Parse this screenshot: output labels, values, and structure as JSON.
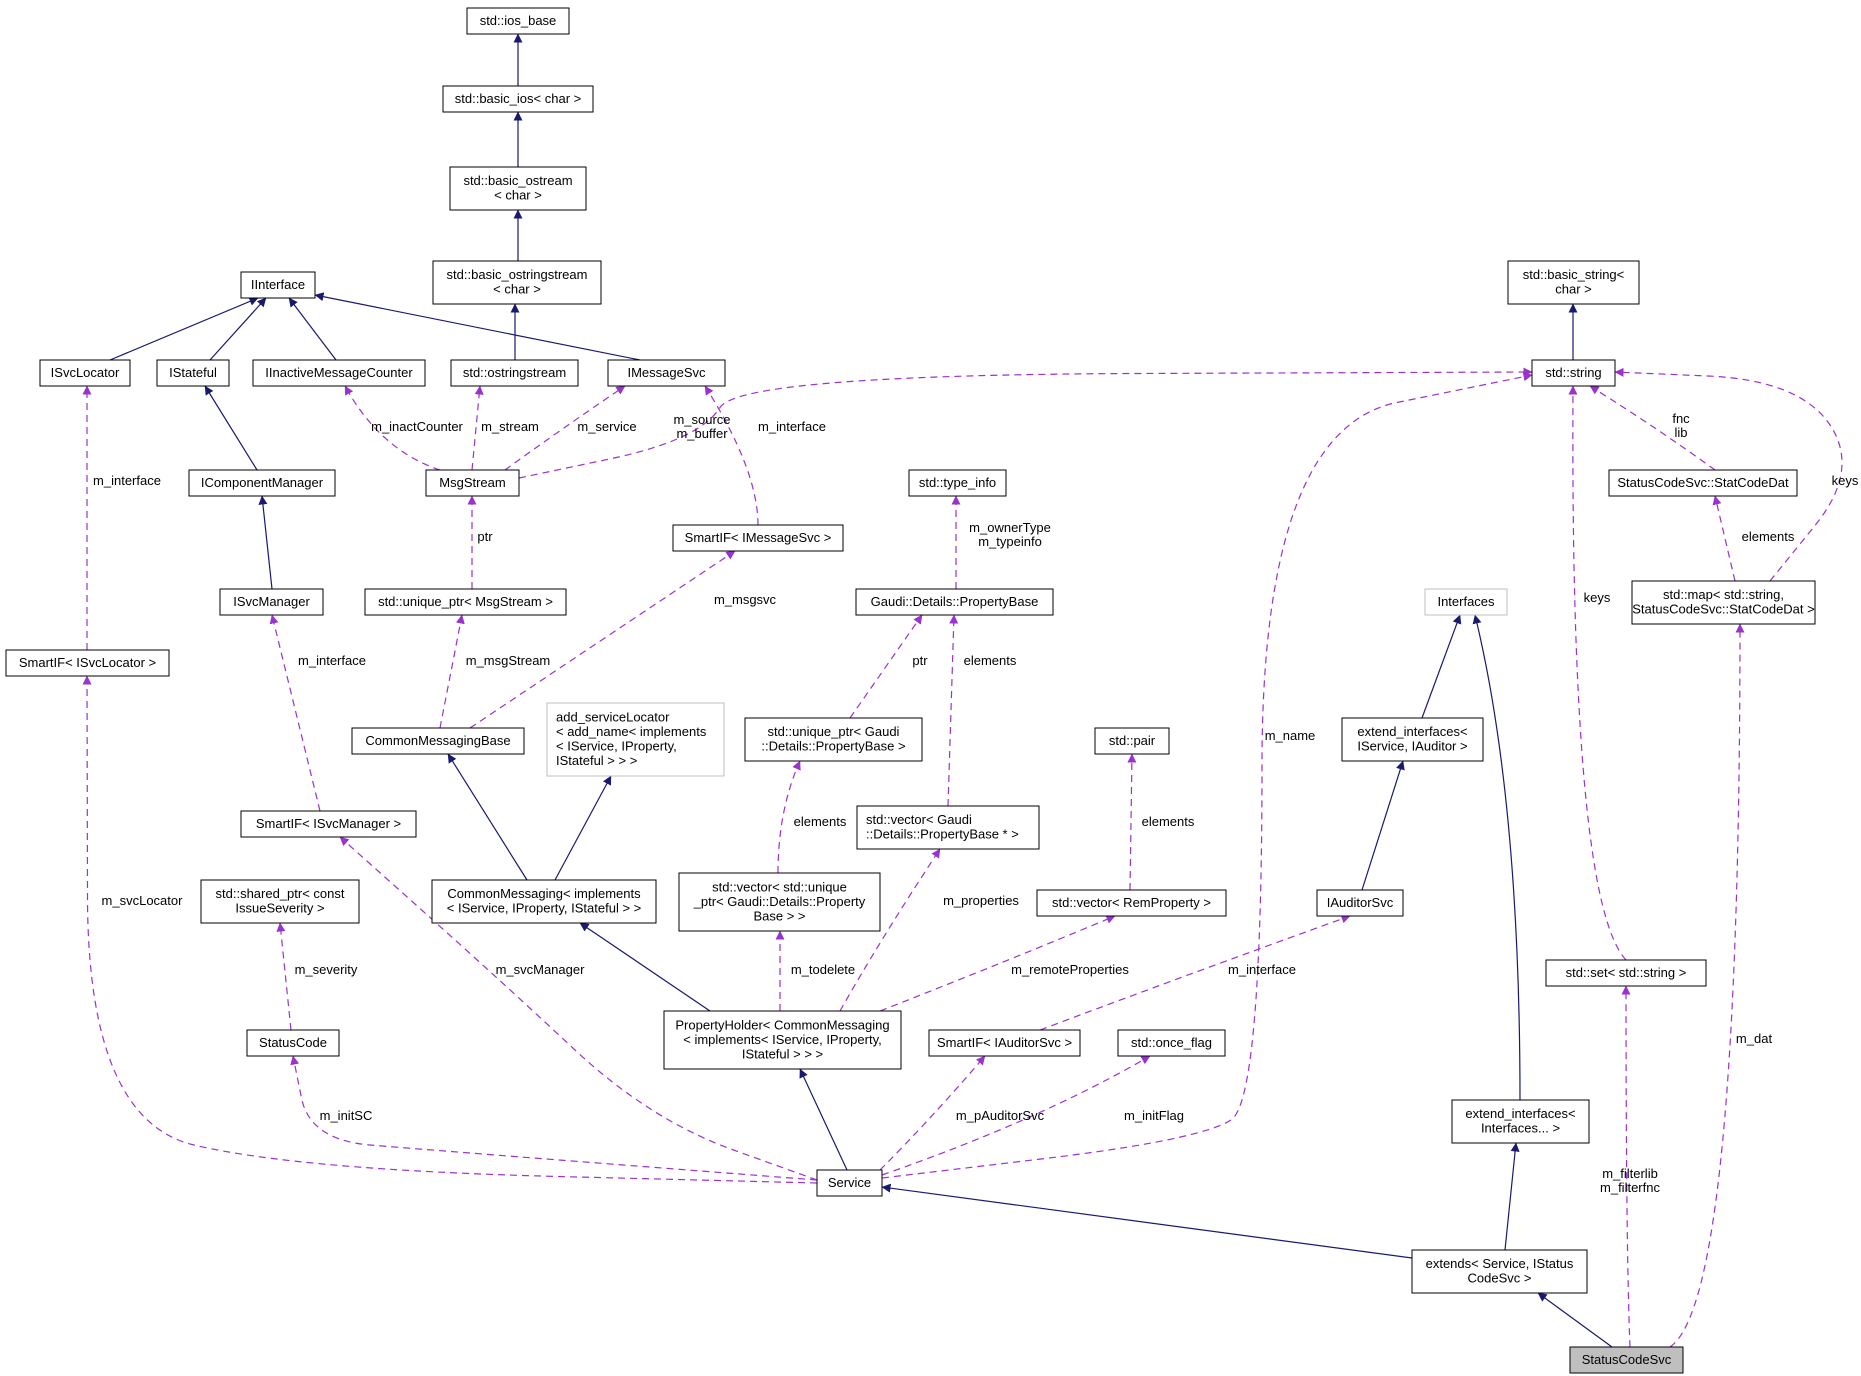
{
  "colors": {
    "inheritance": "#191970",
    "usage": "#9a32cd",
    "focus_fill": "#bfbfbf",
    "gray_border": "#bfbfbf"
  },
  "nodes": [
    {
      "id": "ios_base",
      "lines": [
        "std::ios_base"
      ]
    },
    {
      "id": "basic_ios",
      "lines": [
        "std::basic_ios< char >"
      ]
    },
    {
      "id": "basic_ostream",
      "lines": [
        "std::basic_ostream",
        "< char >"
      ]
    },
    {
      "id": "basic_ostringstream",
      "lines": [
        "std::basic_ostringstream",
        "< char >"
      ]
    },
    {
      "id": "IInterface",
      "lines": [
        "IInterface"
      ]
    },
    {
      "id": "basic_string",
      "lines": [
        "std::basic_string<",
        "char >"
      ]
    },
    {
      "id": "ISvcLocator",
      "lines": [
        "ISvcLocator"
      ]
    },
    {
      "id": "IStateful",
      "lines": [
        "IStateful"
      ]
    },
    {
      "id": "IInactiveMessageCounter",
      "lines": [
        "IInactiveMessageCounter"
      ]
    },
    {
      "id": "ostringstream",
      "lines": [
        "std::ostringstream"
      ]
    },
    {
      "id": "IMessageSvc",
      "lines": [
        "IMessageSvc"
      ]
    },
    {
      "id": "string",
      "lines": [
        "std::string"
      ]
    },
    {
      "id": "IComponentManager",
      "lines": [
        "IComponentManager"
      ]
    },
    {
      "id": "MsgStream",
      "lines": [
        "MsgStream"
      ]
    },
    {
      "id": "type_info",
      "lines": [
        "std::type_info"
      ]
    },
    {
      "id": "StatCodeDat",
      "lines": [
        "StatusCodeSvc::StatCodeDat"
      ]
    },
    {
      "id": "SmartIF_IMessageSvc",
      "lines": [
        "SmartIF< IMessageSvc >"
      ]
    },
    {
      "id": "ISvcManager",
      "lines": [
        "ISvcManager"
      ]
    },
    {
      "id": "unique_ptr_MsgStream",
      "lines": [
        "std::unique_ptr< MsgStream >"
      ]
    },
    {
      "id": "PropertyBase",
      "lines": [
        "Gaudi::Details::PropertyBase"
      ]
    },
    {
      "id": "Interfaces",
      "lines": [
        "Interfaces"
      ],
      "style": "gray"
    },
    {
      "id": "map_StatCodeDat",
      "lines": [
        "std::map< std::string,",
        "StatusCodeSvc::StatCodeDat >"
      ]
    },
    {
      "id": "SmartIF_ISvcLocator",
      "lines": [
        "SmartIF< ISvcLocator >"
      ]
    },
    {
      "id": "add_serviceLocator",
      "lines": [
        "add_serviceLocator",
        "< add_name< implements",
        "< IService, IProperty,",
        "IStateful > > >"
      ],
      "style": "gray",
      "align": "left"
    },
    {
      "id": "unique_ptr_PropertyBase",
      "lines": [
        "std::unique_ptr< Gaudi",
        "::Details::PropertyBase >"
      ]
    },
    {
      "id": "pair",
      "lines": [
        "std::pair"
      ]
    },
    {
      "id": "CommonMessagingBase",
      "lines": [
        "CommonMessagingBase"
      ]
    },
    {
      "id": "extend_interfaces_IService_IAuditor",
      "lines": [
        "extend_interfaces<",
        "IService, IAuditor >"
      ]
    },
    {
      "id": "SmartIF_ISvcManager",
      "lines": [
        "SmartIF< ISvcManager >"
      ]
    },
    {
      "id": "vector_PropertyBase_ptr",
      "lines": [
        "std::vector< Gaudi",
        "::Details::PropertyBase * >"
      ],
      "align": "left"
    },
    {
      "id": "shared_ptr_IssueSeverity",
      "lines": [
        "std::shared_ptr< const",
        "IssueSeverity >"
      ]
    },
    {
      "id": "CommonMessaging",
      "lines": [
        "CommonMessaging< implements",
        "< IService, IProperty, IStateful > >"
      ]
    },
    {
      "id": "vector_unique_ptr",
      "lines": [
        "std::vector< std::unique",
        "_ptr< Gaudi::Details::Property",
        "Base > >"
      ]
    },
    {
      "id": "vector_RemProperty",
      "lines": [
        "std::vector< RemProperty >"
      ]
    },
    {
      "id": "IAuditorSvc",
      "lines": [
        "IAuditorSvc"
      ]
    },
    {
      "id": "set_string",
      "lines": [
        "std::set< std::string >"
      ]
    },
    {
      "id": "PropertyHolder",
      "lines": [
        "PropertyHolder< CommonMessaging",
        "< implements< IService, IProperty,",
        "IStateful > > >"
      ]
    },
    {
      "id": "StatusCode",
      "lines": [
        "StatusCode"
      ]
    },
    {
      "id": "SmartIF_IAuditorSvc",
      "lines": [
        "SmartIF< IAuditorSvc >"
      ]
    },
    {
      "id": "once_flag",
      "lines": [
        "std::once_flag"
      ]
    },
    {
      "id": "extend_interfaces_pack",
      "lines": [
        "extend_interfaces<",
        "Interfaces... >"
      ]
    },
    {
      "id": "Service",
      "lines": [
        "Service"
      ]
    },
    {
      "id": "extends",
      "lines": [
        "extends< Service, IStatus",
        "CodeSvc >"
      ]
    },
    {
      "id": "StatusCodeSvc",
      "lines": [
        "StatusCodeSvc"
      ],
      "style": "focus"
    }
  ],
  "edges": [
    {
      "from": "basic_ios",
      "to": "ios_base",
      "kind": "inheritance"
    },
    {
      "from": "basic_ostream",
      "to": "basic_ios",
      "kind": "inheritance"
    },
    {
      "from": "basic_ostringstream",
      "to": "basic_ostream",
      "kind": "inheritance"
    },
    {
      "from": "ostringstream",
      "to": "basic_ostringstream",
      "kind": "inheritance"
    },
    {
      "from": "ISvcLocator",
      "to": "IInterface",
      "kind": "inheritance"
    },
    {
      "from": "IStateful",
      "to": "IInterface",
      "kind": "inheritance"
    },
    {
      "from": "IInactiveMessageCounter",
      "to": "IInterface",
      "kind": "inheritance"
    },
    {
      "from": "IMessageSvc",
      "to": "IInterface",
      "kind": "inheritance"
    },
    {
      "from": "string",
      "to": "basic_string",
      "kind": "inheritance"
    },
    {
      "from": "IComponentManager",
      "to": "IStateful",
      "kind": "inheritance"
    },
    {
      "from": "ISvcManager",
      "to": "IComponentManager",
      "kind": "inheritance"
    },
    {
      "from": "CommonMessaging",
      "to": "CommonMessagingBase",
      "kind": "inheritance"
    },
    {
      "from": "CommonMessaging",
      "to": "add_serviceLocator",
      "kind": "inheritance"
    },
    {
      "from": "PropertyHolder",
      "to": "CommonMessaging",
      "kind": "inheritance"
    },
    {
      "from": "Service",
      "to": "PropertyHolder",
      "kind": "inheritance"
    },
    {
      "from": "extend_interfaces_IService_IAuditor",
      "to": "Interfaces",
      "kind": "inheritance"
    },
    {
      "from": "IAuditorSvc",
      "to": "extend_interfaces_IService_IAuditor",
      "kind": "inheritance"
    },
    {
      "from": "extend_interfaces_pack",
      "to": "Interfaces",
      "kind": "inheritance"
    },
    {
      "from": "extends",
      "to": "Service",
      "kind": "inheritance"
    },
    {
      "from": "extends",
      "to": "extend_interfaces_pack",
      "kind": "inheritance"
    },
    {
      "from": "StatusCodeSvc",
      "to": "extends",
      "kind": "inheritance"
    },
    {
      "from": "MsgStream",
      "to": "IInactiveMessageCounter",
      "kind": "usage",
      "label": [
        "m_inactCounter"
      ]
    },
    {
      "from": "MsgStream",
      "to": "ostringstream",
      "kind": "usage",
      "label": [
        "m_stream"
      ]
    },
    {
      "from": "MsgStream",
      "to": "IMessageSvc",
      "kind": "usage",
      "label": [
        "m_service"
      ]
    },
    {
      "from": "MsgStream",
      "to": "string",
      "kind": "usage",
      "label": [
        "m_source",
        "m_buffer"
      ]
    },
    {
      "from": "SmartIF_IMessageSvc",
      "to": "IMessageSvc",
      "kind": "usage",
      "label": [
        "m_interface"
      ]
    },
    {
      "from": "unique_ptr_MsgStream",
      "to": "MsgStream",
      "kind": "usage",
      "label": [
        "ptr"
      ]
    },
    {
      "from": "CommonMessagingBase",
      "to": "unique_ptr_MsgStream",
      "kind": "usage",
      "label": [
        "m_msgStream"
      ]
    },
    {
      "from": "CommonMessagingBase",
      "to": "SmartIF_IMessageSvc",
      "kind": "usage",
      "label": [
        "m_msgsvc"
      ]
    },
    {
      "from": "PropertyBase",
      "to": "type_info",
      "kind": "usage",
      "label": [
        "m_ownerType",
        "m_typeinfo"
      ]
    },
    {
      "from": "unique_ptr_PropertyBase",
      "to": "PropertyBase",
      "kind": "usage",
      "label": [
        "ptr"
      ]
    },
    {
      "from": "vector_PropertyBase_ptr",
      "to": "PropertyBase",
      "kind": "usage",
      "label": [
        "elements"
      ]
    },
    {
      "from": "vector_unique_ptr",
      "to": "unique_ptr_PropertyBase",
      "kind": "usage",
      "label": [
        "elements"
      ]
    },
    {
      "from": "vector_RemProperty",
      "to": "pair",
      "kind": "usage",
      "label": [
        "elements"
      ]
    },
    {
      "from": "PropertyHolder",
      "to": "vector_unique_ptr",
      "kind": "usage",
      "label": [
        "m_todelete"
      ]
    },
    {
      "from": "PropertyHolder",
      "to": "vector_PropertyBase_ptr",
      "kind": "usage",
      "label": [
        "m_properties"
      ]
    },
    {
      "from": "PropertyHolder",
      "to": "vector_RemProperty",
      "kind": "usage",
      "label": [
        "m_remoteProperties"
      ]
    },
    {
      "from": "SmartIF_ISvcLocator",
      "to": "ISvcLocator",
      "kind": "usage",
      "label": [
        "m_interface"
      ]
    },
    {
      "from": "SmartIF_ISvcManager",
      "to": "ISvcManager",
      "kind": "usage",
      "label": [
        "m_interface"
      ]
    },
    {
      "from": "SmartIF_IAuditorSvc",
      "to": "IAuditorSvc",
      "kind": "usage",
      "label": [
        "m_interface"
      ]
    },
    {
      "from": "StatusCode",
      "to": "shared_ptr_IssueSeverity",
      "kind": "usage",
      "label": [
        "m_severity"
      ]
    },
    {
      "from": "StatCodeDat",
      "to": "string",
      "kind": "usage",
      "label": [
        "fnc",
        "lib"
      ]
    },
    {
      "from": "map_StatCodeDat",
      "to": "StatCodeDat",
      "kind": "usage",
      "label": [
        "elements"
      ]
    },
    {
      "from": "map_StatCodeDat",
      "to": "string",
      "kind": "usage",
      "label": [
        "keys"
      ]
    },
    {
      "from": "set_string",
      "to": "string",
      "kind": "usage",
      "label": [
        "keys"
      ]
    },
    {
      "from": "Service",
      "to": "SmartIF_ISvcLocator",
      "kind": "usage",
      "label": [
        "m_svcLocator"
      ]
    },
    {
      "from": "Service",
      "to": "SmartIF_ISvcManager",
      "kind": "usage",
      "label": [
        "m_svcManager"
      ]
    },
    {
      "from": "Service",
      "to": "StatusCode",
      "kind": "usage",
      "label": [
        "m_initSC"
      ]
    },
    {
      "from": "Service",
      "to": "SmartIF_IAuditorSvc",
      "kind": "usage",
      "label": [
        "m_pAuditorSvc"
      ]
    },
    {
      "from": "Service",
      "to": "once_flag",
      "kind": "usage",
      "label": [
        "m_initFlag"
      ]
    },
    {
      "from": "Service",
      "to": "string",
      "kind": "usage",
      "label": [
        "m_name"
      ]
    },
    {
      "from": "StatusCodeSvc",
      "to": "set_string",
      "kind": "usage",
      "label": [
        "m_filterlib",
        "m_filterfnc"
      ]
    },
    {
      "from": "StatusCodeSvc",
      "to": "map_StatCodeDat",
      "kind": "usage",
      "label": [
        "m_dat"
      ]
    }
  ]
}
